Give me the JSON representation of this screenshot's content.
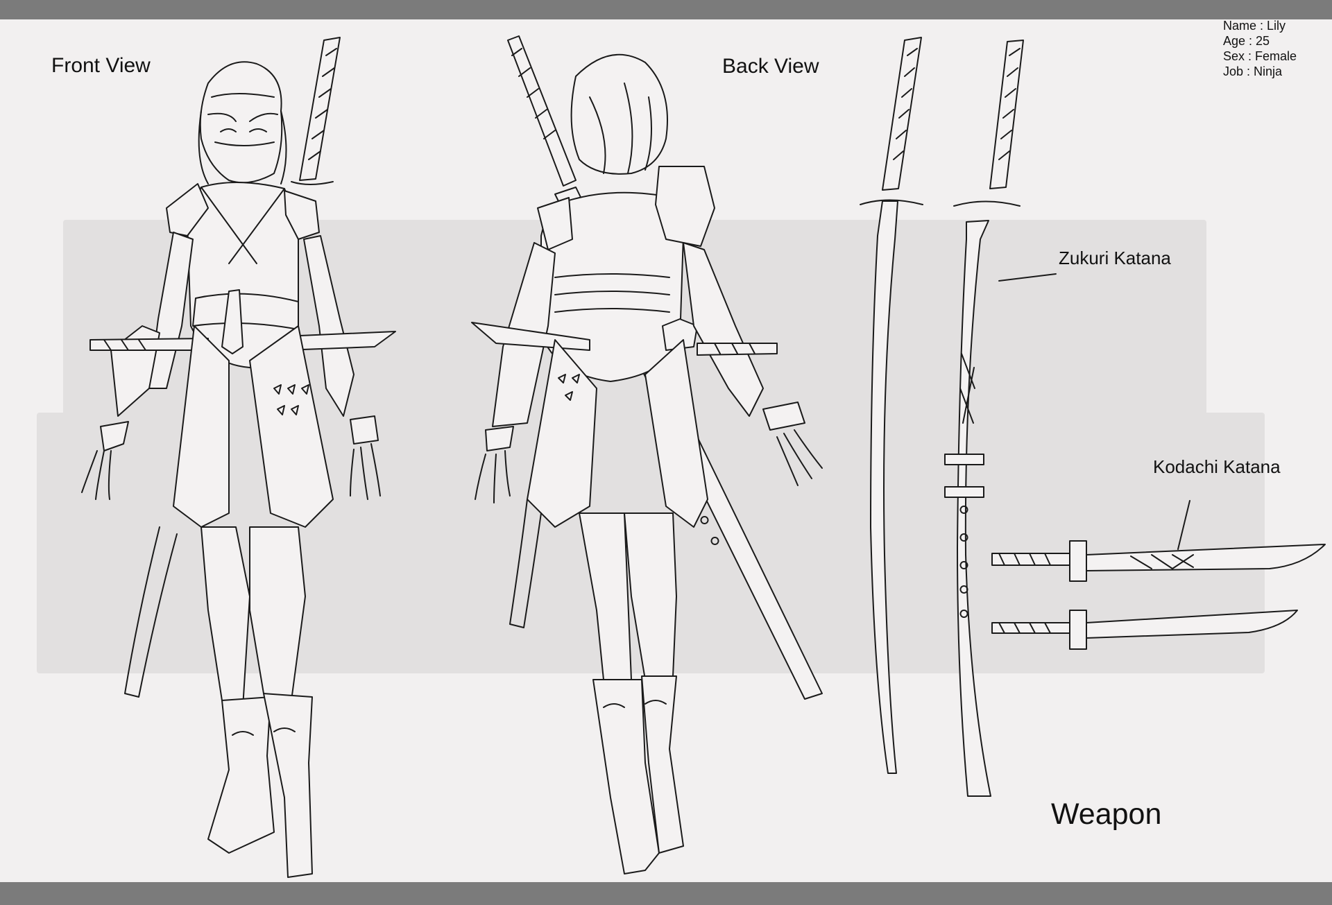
{
  "sheet": {
    "front_view_label": "Front View",
    "back_view_label": "Back View",
    "weapon_label": "Weapon",
    "zukuri_label": "Zukuri Katana",
    "kodachi_label": "Kodachi Katana"
  },
  "character_info": [
    "Name : Lily",
    "Age : 25",
    "Sex : Female",
    "Job : Ninja"
  ],
  "colors": {
    "frame_bar": "#7b7b7b",
    "paper": "#f2f0f0",
    "guide_band": "#e2e0e0",
    "line_art": "#1a1a1a"
  }
}
